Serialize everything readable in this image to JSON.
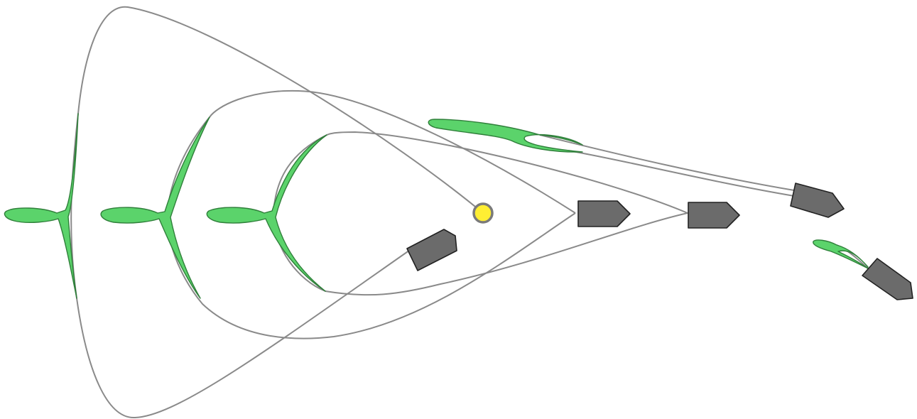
{
  "colors": {
    "background": "#ffffff",
    "contour": "#8a8a8a",
    "fan_fill": "#5bd36b",
    "fan_stroke": "#2f7f3a",
    "ship_fill": "#6b6b6b",
    "ship_stroke": "#222222",
    "focus_fill": "#ffee33",
    "focus_stroke": "#7a7a7a"
  },
  "icons": {
    "vessel": "pentagon-arrow-icon",
    "target": "circle-dot-icon"
  },
  "elements": {
    "outer_contour": "large-curved-boundary",
    "middle_contour": "medium-curved-boundary",
    "inner_contour": "small-curved-boundary",
    "fan_glyphs": 3,
    "tilted_fans": 2,
    "vessels": 5
  }
}
